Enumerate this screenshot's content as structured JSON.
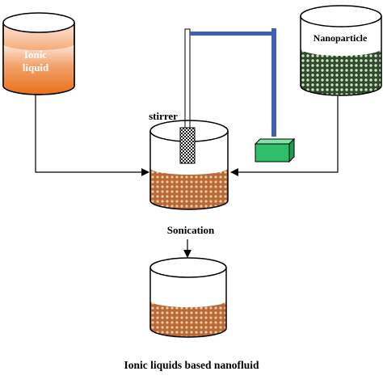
{
  "labels": {
    "ionic_liquid_line1": "Ionic",
    "ionic_liquid_line2": "liquid",
    "nanoparticle": "Nanoparticle",
    "stirrer": "stirrer",
    "sonication": "Sonication",
    "product": "Ionic liquids based nanofluid"
  },
  "colors": {
    "ionic_liquid_top": "#fde7dc",
    "ionic_liquid_bottom": "#e8701c",
    "nanoparticle_fill": "#2f4a2a",
    "nanoparticle_dot": "#cfe3c6",
    "nanofluid_fill": "#b86a36",
    "nanofluid_dot": "#f3c9a6",
    "stand_rod": "#3f5fb0",
    "sonicator_box": "#2fbf6a",
    "outline": "#000000"
  },
  "icons": {
    "stirrer_rod": "checkered-stirrer",
    "sonicator": "green-box"
  }
}
